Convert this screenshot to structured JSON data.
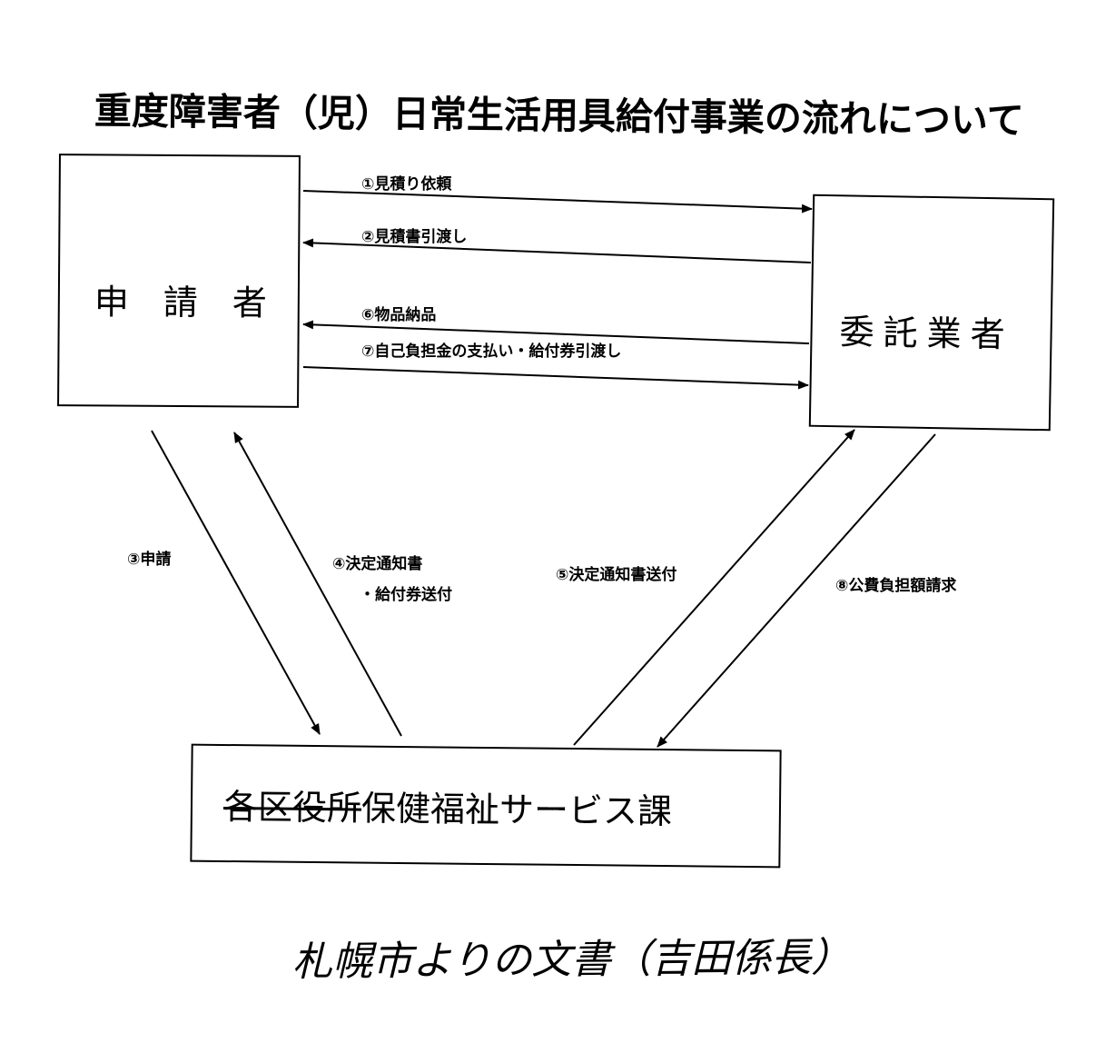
{
  "title": "重度障害者（児）日常生活用具給付事業の流れについて",
  "nodes": {
    "applicant": "申　請　者",
    "contractor": "委託業者",
    "office_struck": "各区役所",
    "office_rest": "保健福祉サービス課"
  },
  "flows": {
    "step1": "①見積り依頼",
    "step2": "②見積書引渡し",
    "step6": "⑥物品納品",
    "step7": "⑦自己負担金の支払い・給付券引渡し",
    "step3": "③申請",
    "step4_line1": "④決定通知書",
    "step4_line2": "・給付券送付",
    "step5": "⑤決定通知書送付",
    "step8": "⑧公費負担額請求"
  },
  "handwritten_note": "札幌市よりの文書（吉田係長）"
}
